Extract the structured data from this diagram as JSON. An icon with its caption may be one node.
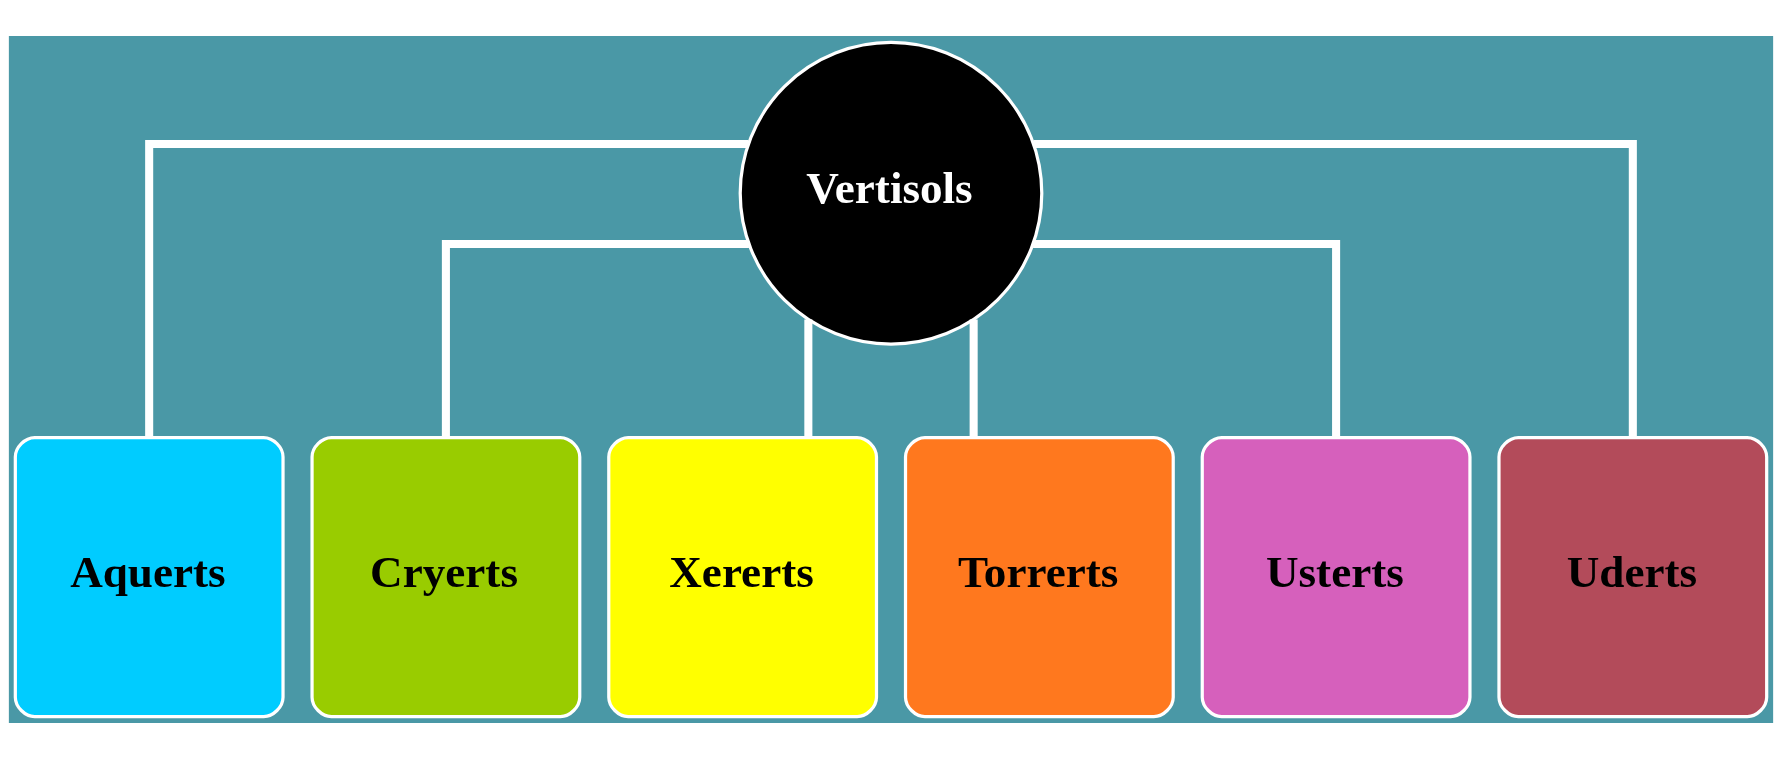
{
  "diagram": {
    "nodes": [
      {
        "text": [
          "Vertisols"
        ]
      },
      {
        "text": [
          "Aquerts"
        ]
      },
      {
        "text": [
          "Cryerts"
        ]
      },
      {
        "text": [
          "Xererts"
        ]
      },
      {
        "text": [
          "Torrerts"
        ]
      },
      {
        "text": [
          "Usterts"
        ]
      },
      {
        "text": [
          "Uderts"
        ]
      }
    ],
    "edges": [
      {
        "from": 0,
        "to": 1,
        "arrow": "none"
      },
      {
        "from": 0,
        "to": 2,
        "arrow": "none"
      },
      {
        "from": 0,
        "to": 3,
        "arrow": "none"
      },
      {
        "from": 0,
        "to": 4,
        "arrow": "none"
      },
      {
        "from": 0,
        "to": 5,
        "arrow": "none"
      },
      {
        "from": 0,
        "to": 6,
        "arrow": "none"
      }
    ]
  }
}
